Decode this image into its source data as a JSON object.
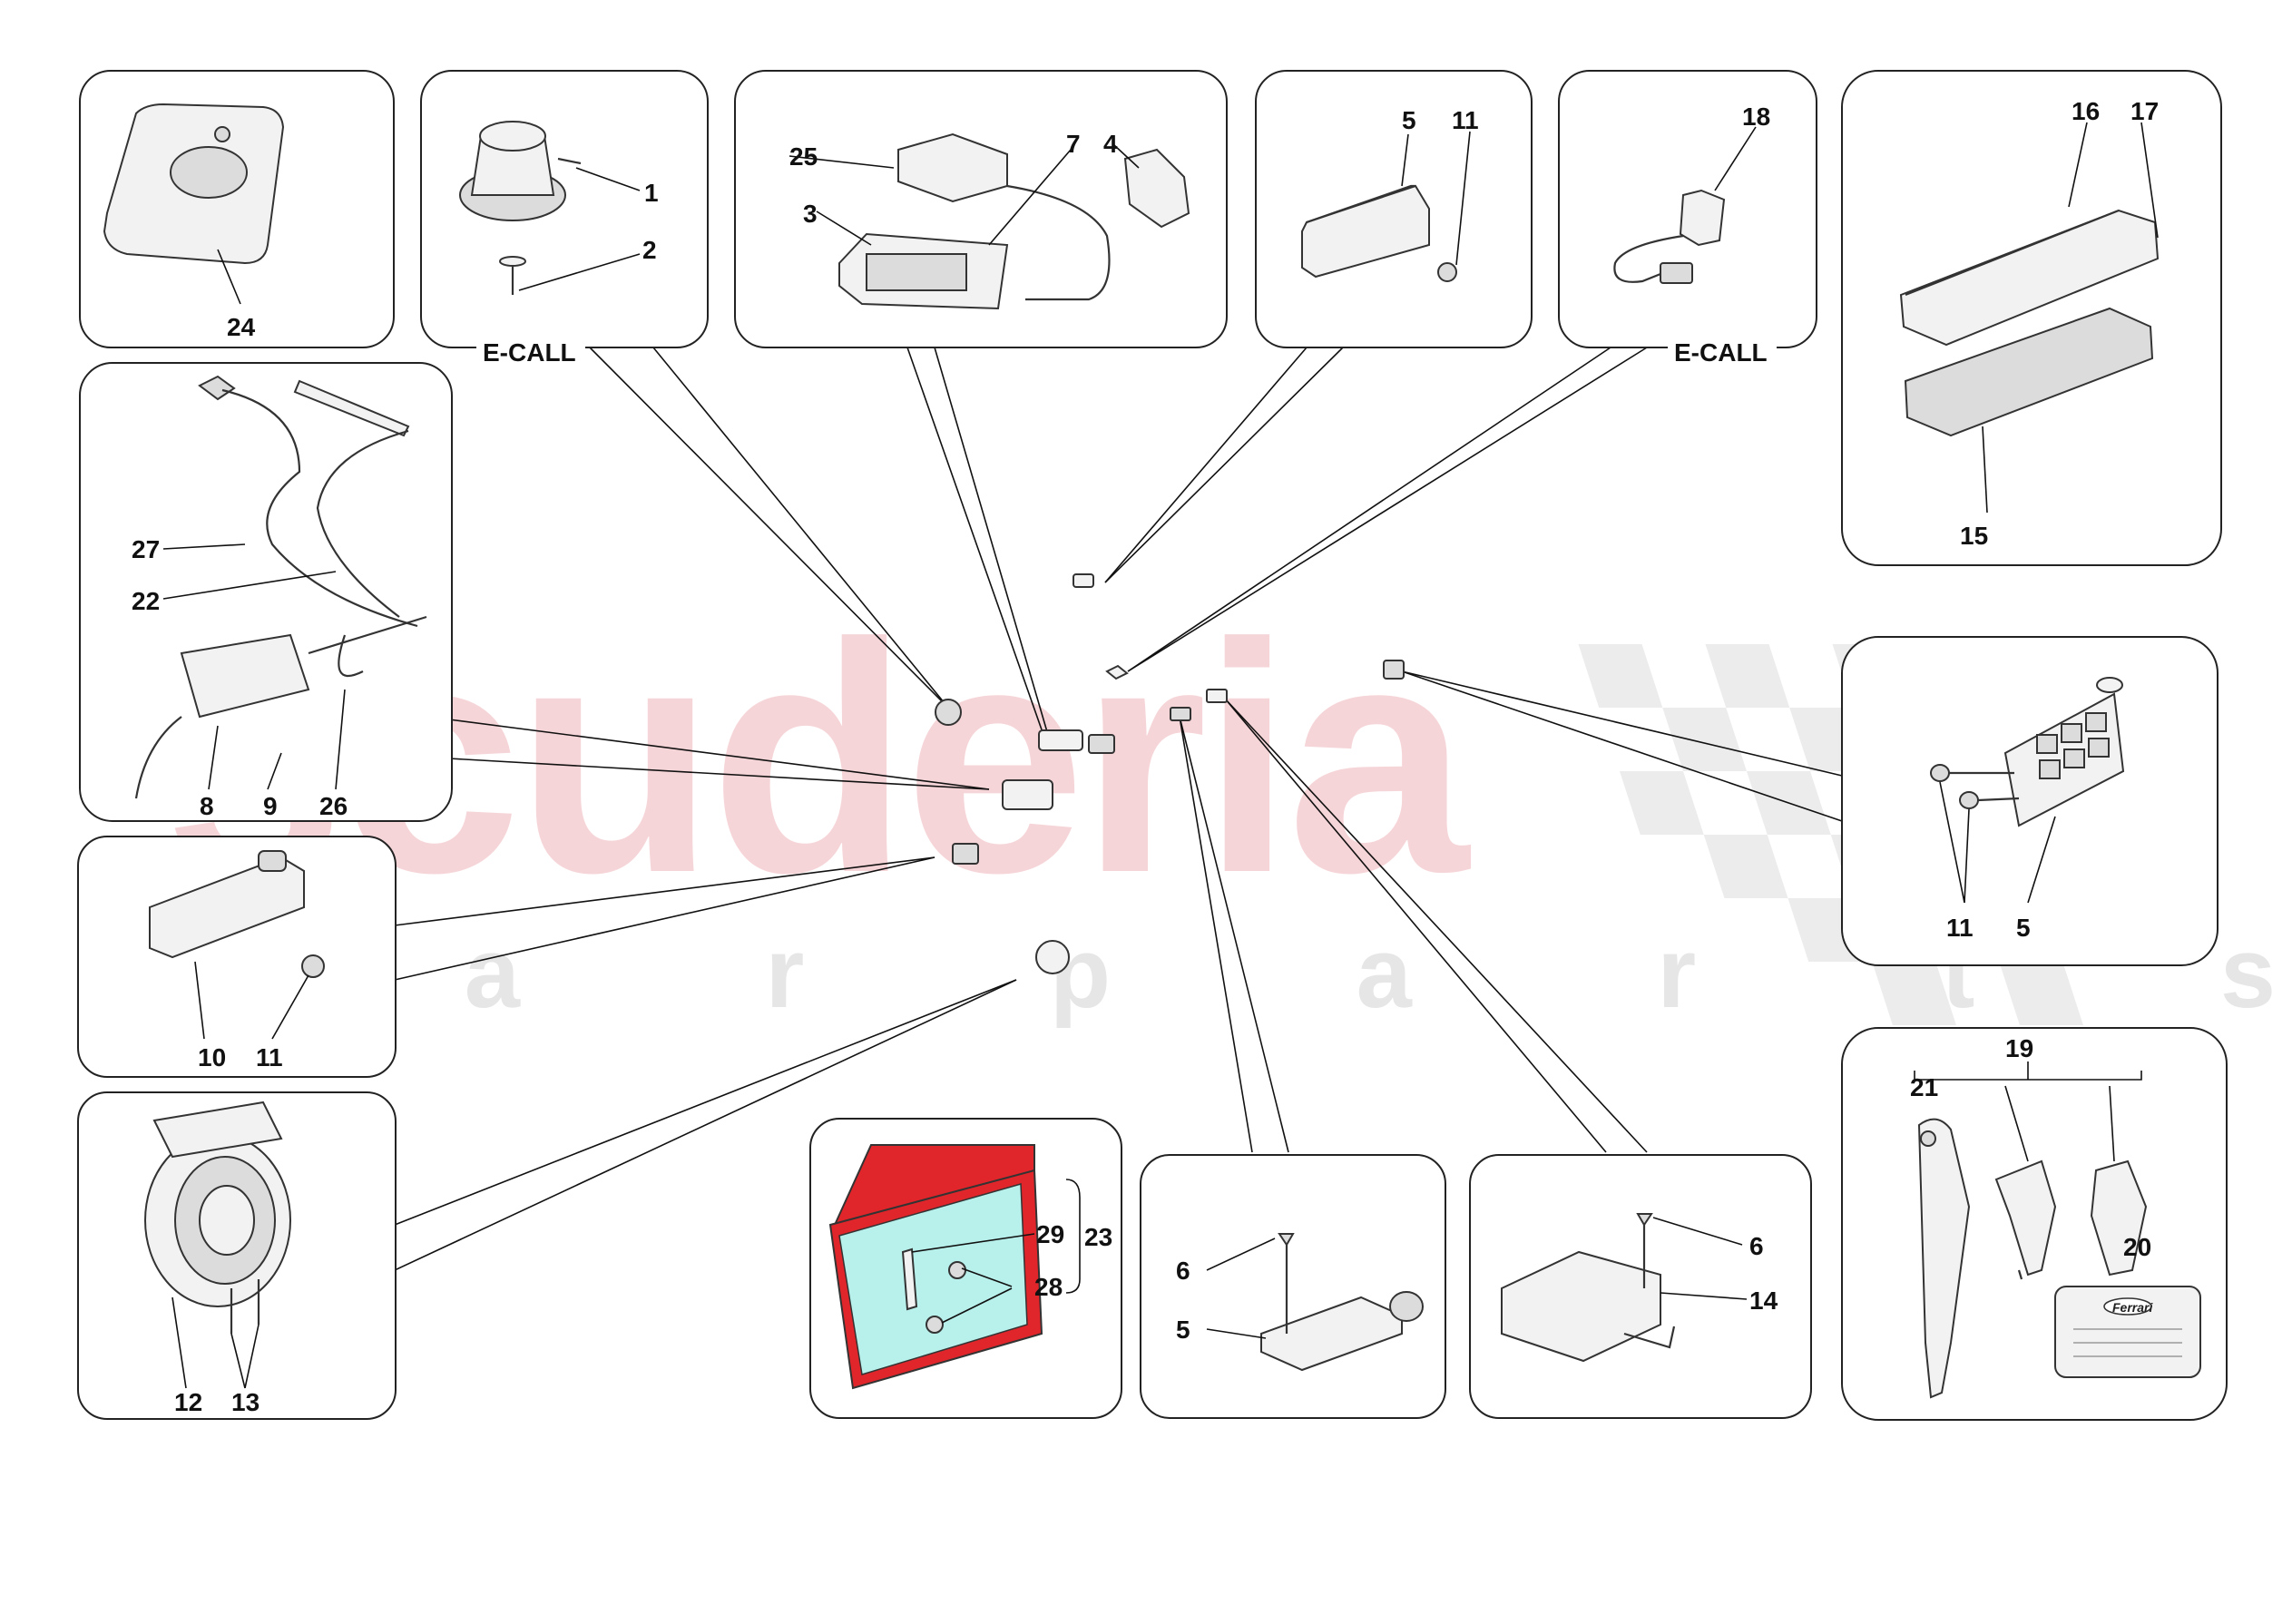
{
  "watermark": {
    "brand": "scuderia",
    "tagline": "c a r   p a r t s",
    "brand_color": "#f4c8cc"
  },
  "callouts": {
    "n1": "1",
    "n2": "2",
    "n3": "3",
    "n4": "4",
    "n5a": "5",
    "n5b": "5",
    "n5c": "5",
    "n6a": "6",
    "n6b": "6",
    "n7": "7",
    "n8": "8",
    "n9": "9",
    "n10": "10",
    "n11a": "11",
    "n11b": "11",
    "n11c": "11",
    "n12": "12",
    "n13": "13",
    "n14": "14",
    "n15": "15",
    "n16": "16",
    "n17": "17",
    "n18": "18",
    "n19": "19",
    "n20": "20",
    "n21": "21",
    "n22": "22",
    "n23": "23",
    "n24": "24",
    "n25": "25",
    "n26": "26",
    "n27": "27",
    "n28": "28",
    "n29": "29"
  },
  "ecall_labels": {
    "left": "E-CALL",
    "right": "E-CALL"
  },
  "card_logo": "Ferrari",
  "colors": {
    "kit_box": "#e0262b",
    "kit_insert": "#b8f0ec",
    "panel_stroke": "#222222"
  }
}
